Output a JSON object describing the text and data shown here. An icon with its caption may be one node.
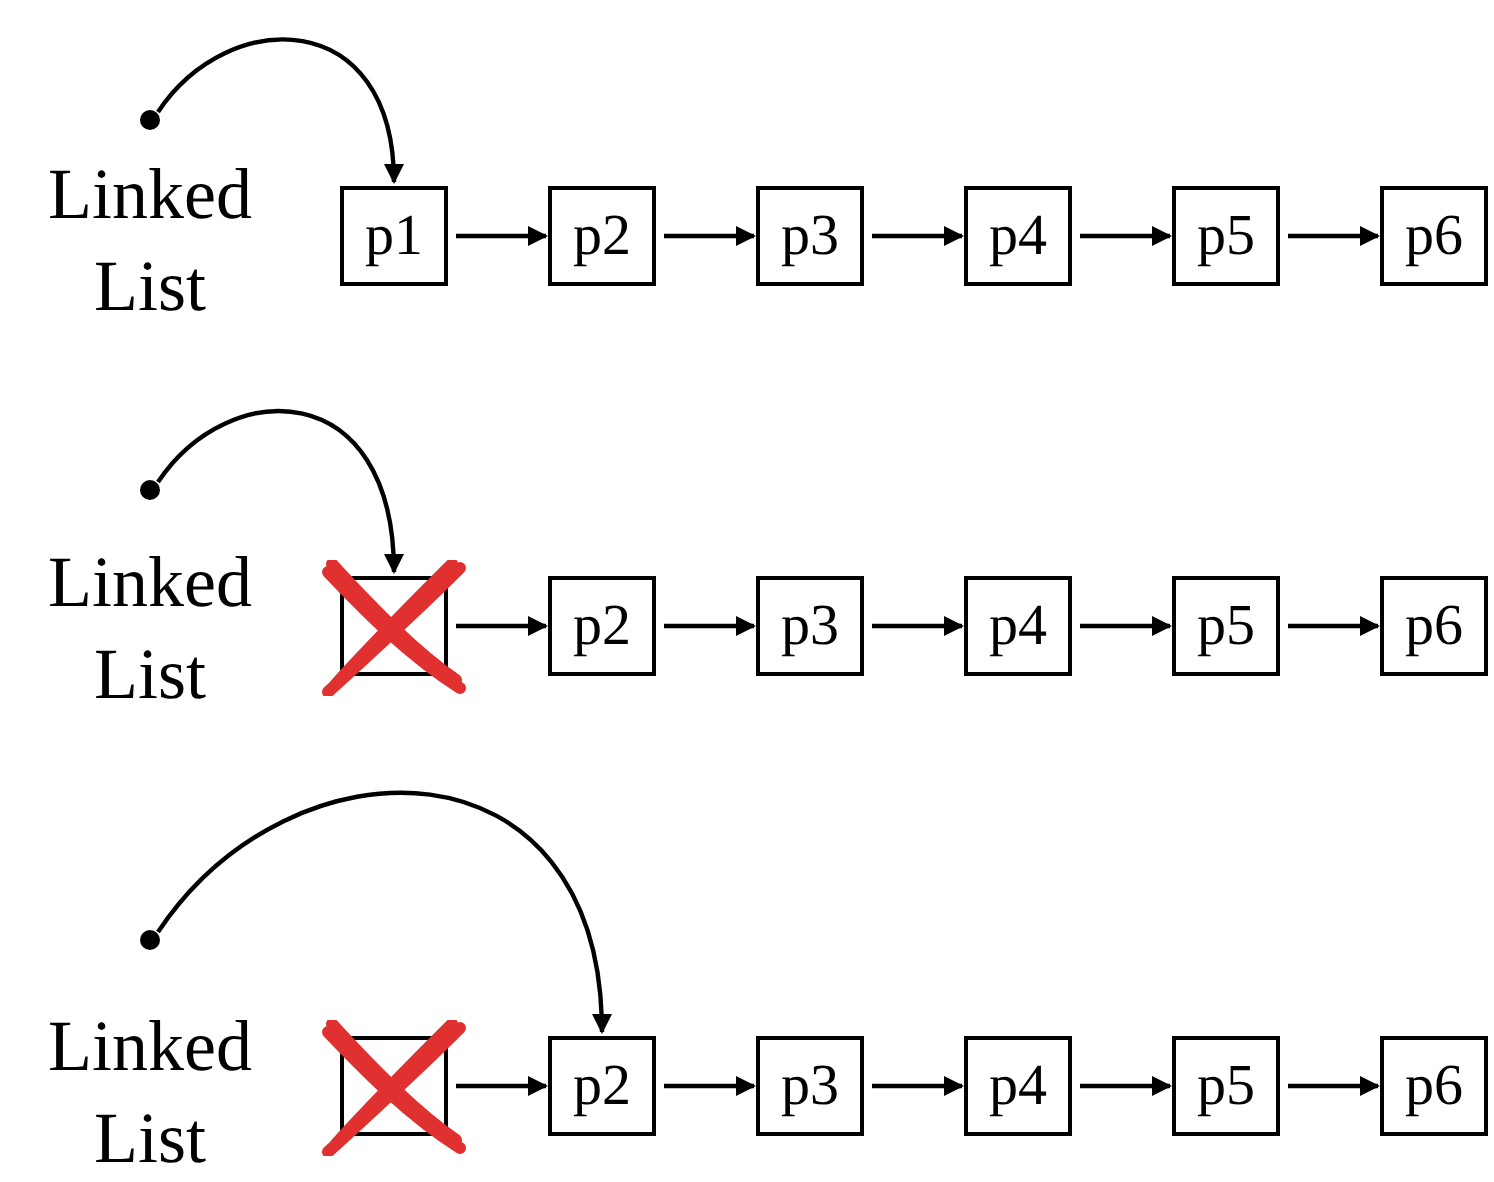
{
  "diagram": {
    "nodes": [
      {
        "text": [],
        "shape": "circle",
        "beside": [
          "Linked List"
        ]
      },
      {
        "text": [
          "p1"
        ]
      },
      {
        "text": [
          "p2"
        ]
      },
      {
        "text": [
          "p3"
        ]
      },
      {
        "text": [
          "p4"
        ]
      },
      {
        "text": [
          "p5"
        ]
      },
      {
        "text": [
          "p6"
        ]
      },
      {
        "text": [],
        "shape": "circle",
        "beside": [
          "Linked List"
        ]
      },
      {
        "text": [],
        "shape": "box"
      },
      {
        "text": [
          "p2"
        ]
      },
      {
        "text": [
          "p3"
        ]
      },
      {
        "text": [
          "p4"
        ]
      },
      {
        "text": [
          "p5"
        ]
      },
      {
        "text": [
          "p6"
        ]
      },
      {
        "text": [],
        "shape": "circle",
        "beside": [
          "Linked List"
        ]
      },
      {
        "text": [],
        "shape": "box"
      },
      {
        "text": [
          "p2"
        ]
      },
      {
        "text": [
          "p3"
        ]
      },
      {
        "text": [
          "p4"
        ]
      },
      {
        "text": [
          "p5"
        ]
      },
      {
        "text": [
          "p6"
        ]
      }
    ],
    "edges": [
      {
        "from": 0,
        "to": 1,
        "arrow": "to"
      },
      {
        "from": 1,
        "to": 2,
        "arrow": "to"
      },
      {
        "from": 2,
        "to": 3,
        "arrow": "to"
      },
      {
        "from": 3,
        "to": 4,
        "arrow": "to"
      },
      {
        "from": 4,
        "to": 5,
        "arrow": "to"
      },
      {
        "from": 5,
        "to": 6,
        "arrow": "to"
      },
      {
        "from": 7,
        "to": 8,
        "arrow": "to"
      },
      {
        "from": 8,
        "to": 9,
        "arrow": "to"
      },
      {
        "from": 9,
        "to": 10,
        "arrow": "to"
      },
      {
        "from": 10,
        "to": 11,
        "arrow": "to"
      },
      {
        "from": 11,
        "to": 12,
        "arrow": "to"
      },
      {
        "from": 12,
        "to": 13,
        "arrow": "to"
      },
      {
        "from": 14,
        "to": 16,
        "arrow": "to"
      },
      {
        "from": 15,
        "to": 16,
        "arrow": "to"
      },
      {
        "from": 16,
        "to": 17,
        "arrow": "to"
      },
      {
        "from": 17,
        "to": 18,
        "arrow": "to"
      },
      {
        "from": 18,
        "to": 19,
        "arrow": "to"
      },
      {
        "from": 19,
        "to": 20,
        "arrow": "to"
      }
    ]
  }
}
